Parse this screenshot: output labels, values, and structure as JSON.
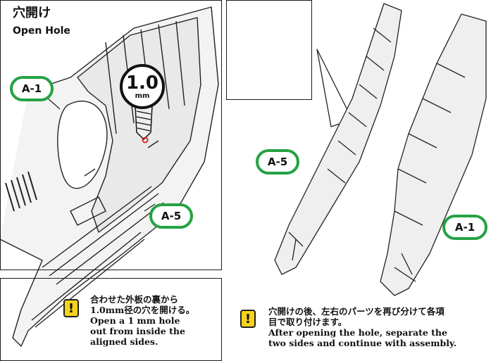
{
  "left_panel": {
    "title_jp": "穴開け",
    "title_en": "Open Hole",
    "drill_size": "1.0",
    "drill_unit": "mm",
    "callout_a1": "A-1",
    "callout_a5": "A-5"
  },
  "left_note": {
    "jp_line1": "合わせた外板の裏から",
    "jp_line2": "1.0mm径の穴を開ける。",
    "en_line1": "Open a 1 mm hole",
    "en_line2": "out from inside the",
    "en_line3": "aligned sides."
  },
  "right_panel": {
    "callout_a5": "A-5",
    "callout_a1": "A-1"
  },
  "right_note": {
    "jp_line1": "穴開けの後、左右のパーツを再び分けて各項",
    "jp_line2": "目で取り付けます。",
    "en_line1": "After opening the hole, separate the",
    "en_line2": "two sides and continue with assembly."
  },
  "colors": {
    "callout_border": "#25a244",
    "warning_fill": "#f6d21b",
    "hole_marker": "#d62020"
  },
  "icons": [
    "warning-icon",
    "drill-bit-icon"
  ]
}
